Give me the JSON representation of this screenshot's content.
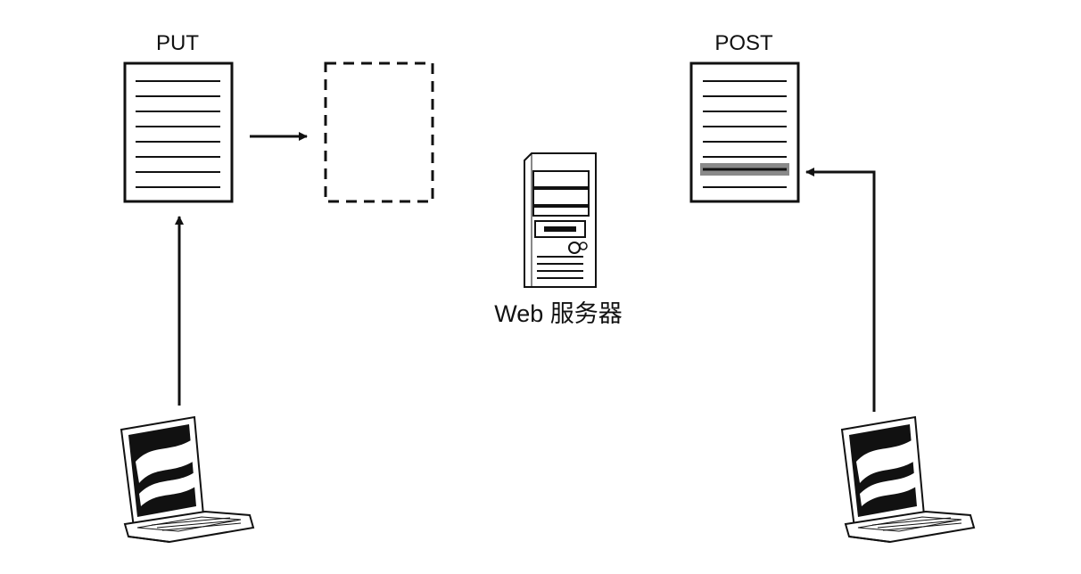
{
  "put": {
    "label": "PUT"
  },
  "post": {
    "label": "POST"
  },
  "server": {
    "label": "Web 服务器"
  },
  "colors": {
    "stroke": "#111111",
    "highlight": "#8a8a8a",
    "background": "#ffffff"
  }
}
